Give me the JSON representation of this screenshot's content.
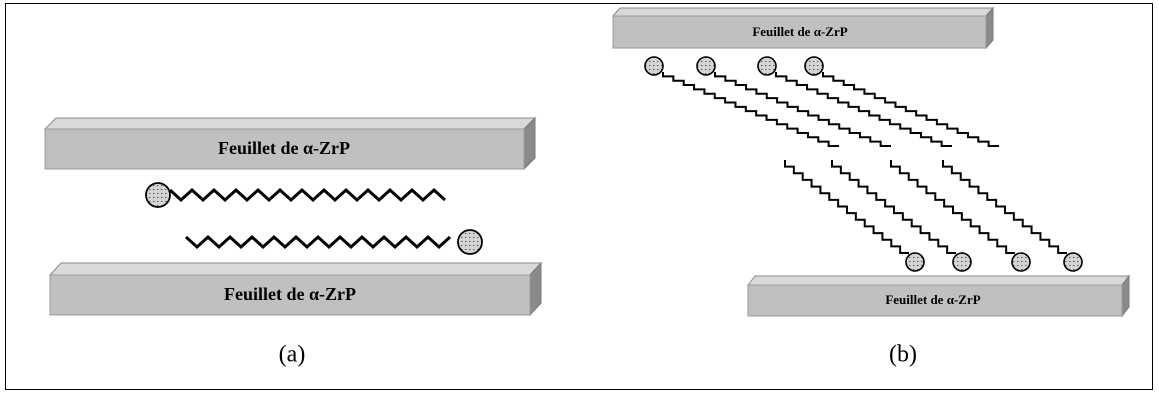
{
  "panel_a": {
    "top_sheet_label": "Feuillet de α-ZrP",
    "bottom_sheet_label": "Feuillet de α-ZrP",
    "caption": "(a)"
  },
  "panel_b": {
    "top_sheet_label": "Feuillet de α-ZrP",
    "bottom_sheet_label": "Feuillet de α-ZrP",
    "caption": "(b)"
  },
  "colors": {
    "sheet_front": "#c0c0c0",
    "sheet_top": "#d9d9d9",
    "sheet_side": "#8a8a8a",
    "chain": "#000000",
    "head_fill": "#d4d4d4"
  }
}
